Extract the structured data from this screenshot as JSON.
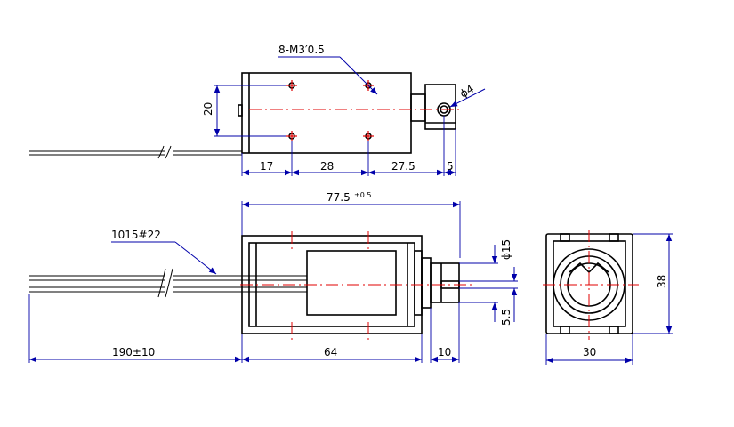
{
  "labels": {
    "screw_holes": "8-M3′0.5",
    "pin_hole_dia": "ϕ4",
    "mount_spacing": "20",
    "dim_17": "17",
    "dim_28": "28",
    "dim_27_5": "27.5",
    "dim_5": "5",
    "overall_length": "77.5",
    "overall_tol": "±0.5",
    "wire_spec": "1015#22",
    "lead_length": "190±10",
    "body_length": "64",
    "plunger_ext": "10",
    "plunger_dia": "ϕ15",
    "slot_width": "5.5",
    "height": "38",
    "width": "30"
  },
  "colors": {
    "outline": "#000000",
    "dimension": "#0000aa",
    "centerline": "#e00000"
  }
}
